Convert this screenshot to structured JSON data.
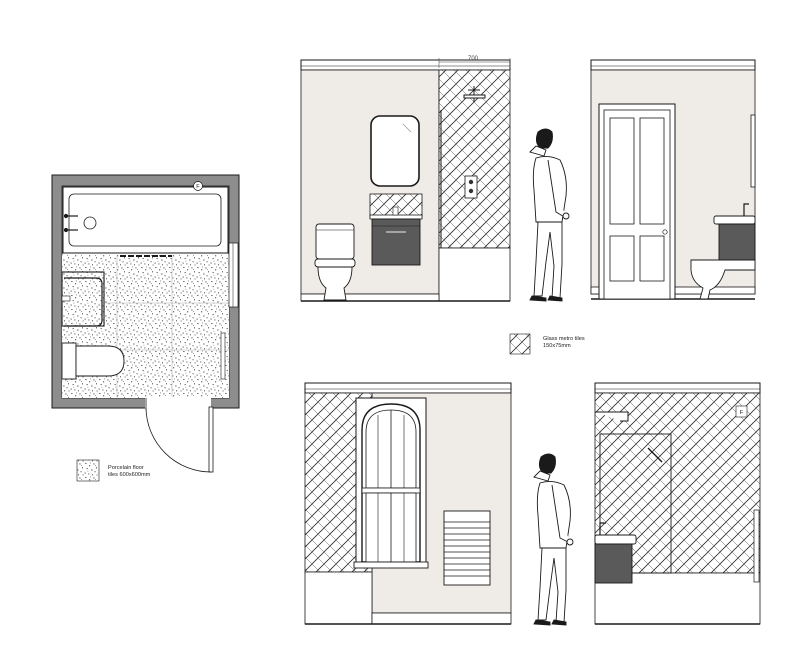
{
  "legend": {
    "floor_tiles": {
      "line1": "Porcelain floor",
      "line2": "tiles 600x600mm"
    },
    "wall_tiles": {
      "line1": "Glass metro tiles",
      "line2": "150x75mm"
    }
  },
  "dimensions": {
    "shower_width": "700"
  },
  "markers": {
    "plan_f": "F",
    "elevation_f": "F"
  },
  "colors": {
    "wall_finish": "#efebe6",
    "fixture_grey": "#5a5a5a",
    "plan_wall": "#8d8d8d",
    "line": "#1a1a1a"
  }
}
